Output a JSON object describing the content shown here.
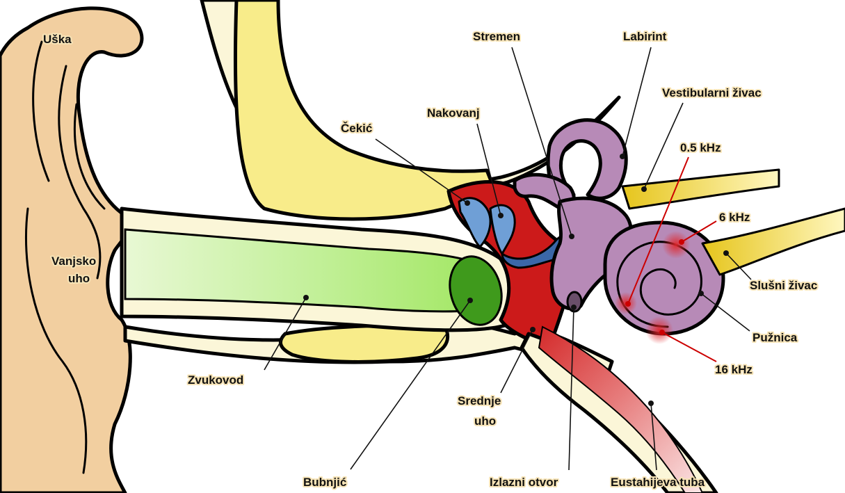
{
  "labels": {
    "uska": "Uška",
    "vanjsko_uho_1": "Vanjsko",
    "vanjsko_uho_2": "uho",
    "zvukovod": "Zvukovod",
    "bubnjic": "Bubnjić",
    "cekic": "Čekić",
    "nakovanj": "Nakovanj",
    "stremen": "Stremen",
    "labirint": "Labirint",
    "vestibularni_zivac": "Vestibularni živac",
    "khz_05": "0.5 kHz",
    "khz_6": "6 kHz",
    "slusni_zivac": "Slušni živac",
    "puznica": "Pužnica",
    "khz_16": "16 kHz",
    "srednje_uho_1": "Srednje",
    "srednje_uho_2": "uho",
    "izlazni_otvor": "Izlazni otvor",
    "eustahijeva_tuba": "Eustahijeva tuba"
  },
  "colors": {
    "skin": "#f2cfa0",
    "bone_cream": "#fbf6d8",
    "bone_yellow": "#f8ec8a",
    "canal_green": "#a6e86a",
    "eardrum_green": "#3f9a1c",
    "middle_ear_red": "#cc1a1a",
    "ossicle_blue": "#6f9fd6",
    "inner_ear_purple": "#b78ab7",
    "nerve_yellow": "#e9cc25",
    "tube_pink": "#efb3b3",
    "frequency_red": "#e0262a"
  }
}
